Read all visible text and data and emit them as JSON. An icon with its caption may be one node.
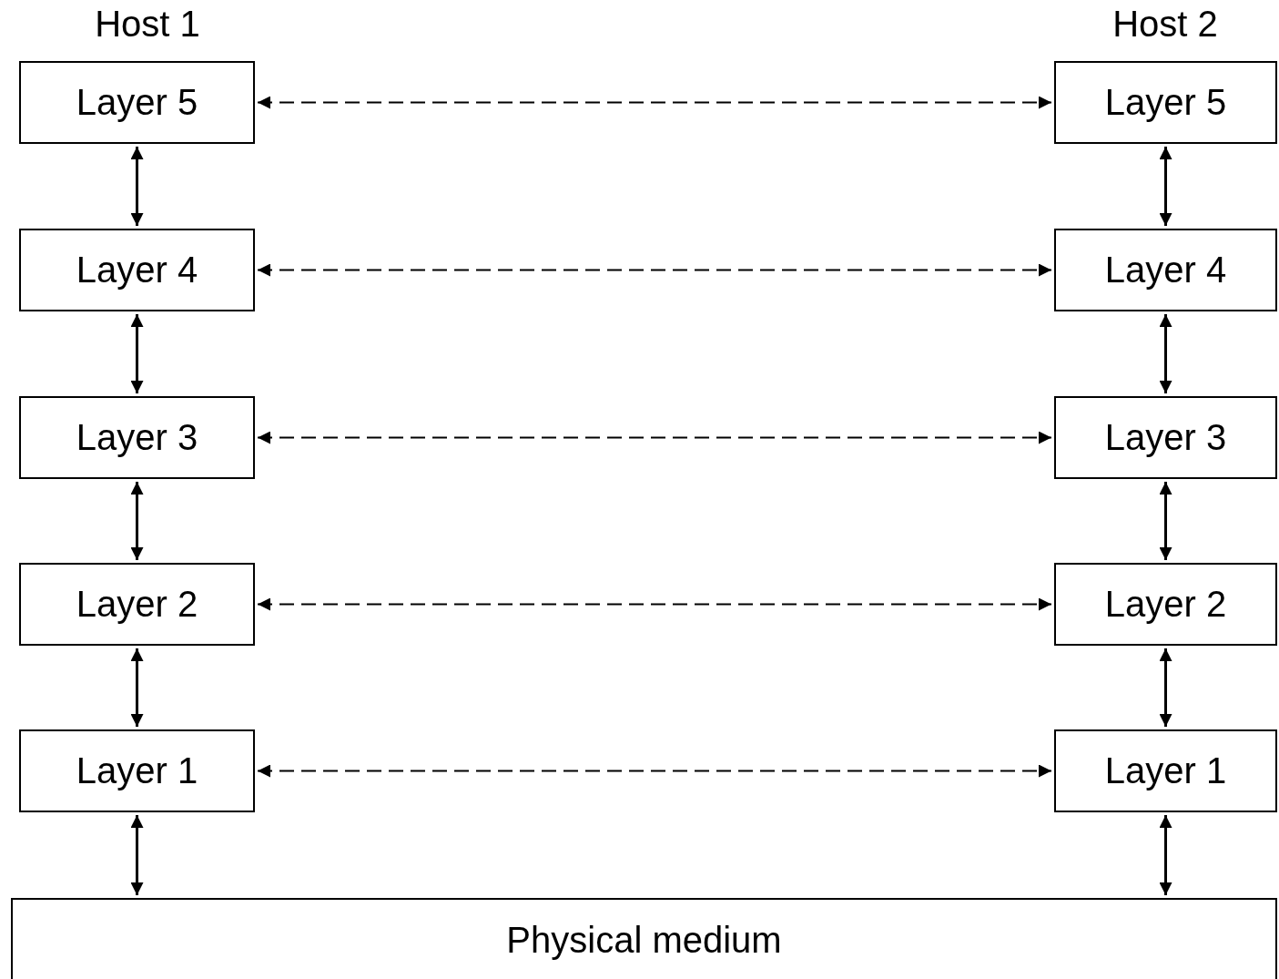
{
  "diagram": {
    "nodes": [
      {
        "text": [
          "Layer 5"
        ]
      },
      {
        "text": [
          "Layer 5"
        ]
      },
      {
        "text": [
          "Layer 4"
        ]
      },
      {
        "text": [
          "Layer 4"
        ]
      },
      {
        "text": [
          "Layer 3"
        ]
      },
      {
        "text": [
          "Layer 3"
        ]
      },
      {
        "text": [
          "Layer 2"
        ]
      },
      {
        "text": [
          "Layer 2"
        ]
      },
      {
        "text": [
          "Layer 1"
        ]
      },
      {
        "text": [
          "Layer 1"
        ]
      },
      {
        "text": [
          "Physical medium"
        ]
      }
    ],
    "edges": [
      {
        "from": 0,
        "to": 1,
        "arrow": "both",
        "style": "dashed"
      },
      {
        "from": 2,
        "to": 3,
        "arrow": "both",
        "style": "dashed"
      },
      {
        "from": 4,
        "to": 5,
        "arrow": "both",
        "style": "dashed"
      },
      {
        "from": 6,
        "to": 7,
        "arrow": "both",
        "style": "dashed"
      },
      {
        "from": 8,
        "to": 9,
        "arrow": "both",
        "style": "dashed"
      },
      {
        "from": 0,
        "to": 2,
        "arrow": "both"
      },
      {
        "from": 2,
        "to": 4,
        "arrow": "both"
      },
      {
        "from": 4,
        "to": 6,
        "arrow": "both"
      },
      {
        "from": 6,
        "to": 8,
        "arrow": "both"
      },
      {
        "from": 8,
        "to": 10,
        "arrow": "both"
      },
      {
        "from": 1,
        "to": 3,
        "arrow": "both"
      },
      {
        "from": 3,
        "to": 5,
        "arrow": "both"
      },
      {
        "from": 5,
        "to": 7,
        "arrow": "both"
      },
      {
        "from": 7,
        "to": 9,
        "arrow": "both"
      },
      {
        "from": 9,
        "to": 10,
        "arrow": "both"
      }
    ],
    "labels": [
      "Host 1",
      "Host 2"
    ]
  }
}
